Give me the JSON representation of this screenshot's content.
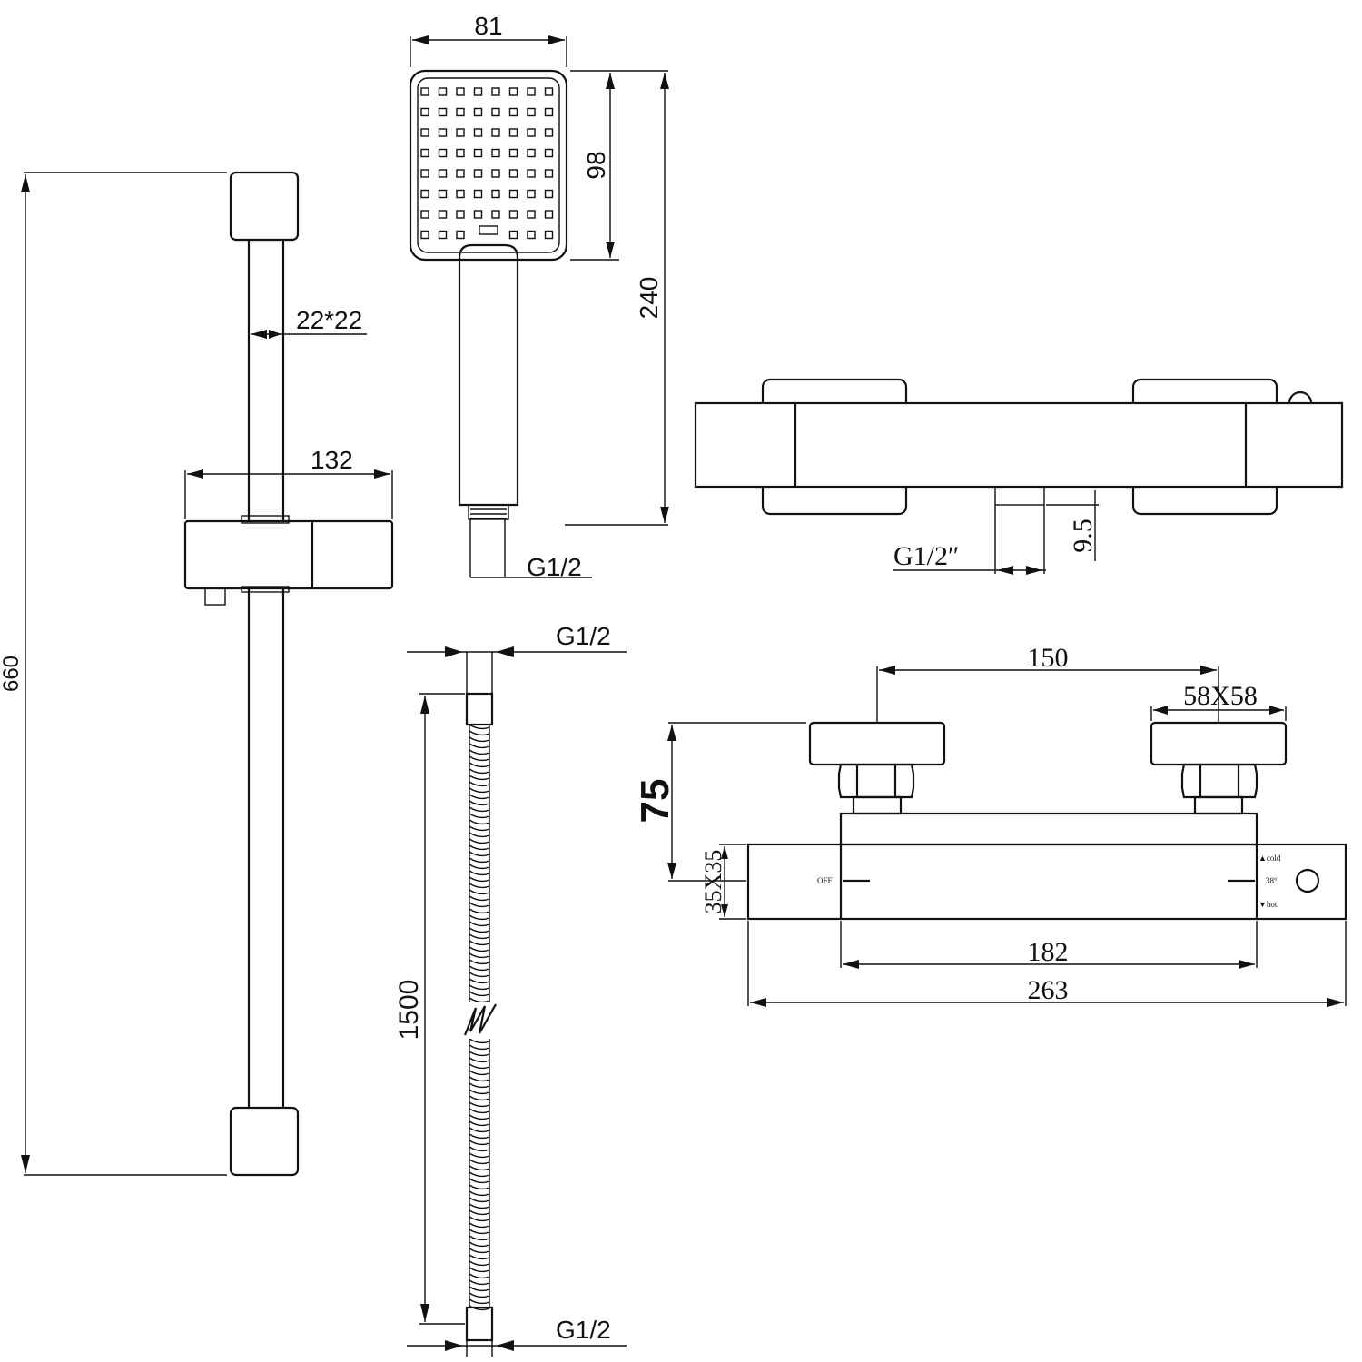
{
  "slide_rail": {
    "height_label": "660",
    "tube_label": "22*22",
    "holder_width_label": "132"
  },
  "hand_shower": {
    "width_label": "81",
    "head_height_label": "98",
    "total_height_label": "240",
    "thread_label": "G1/2"
  },
  "valve_top": {
    "thread_label": "G1/2″",
    "outlet_label": "9.5"
  },
  "hose": {
    "top_thread_label": "G1/2",
    "length_label": "1500",
    "bottom_thread_label": "G1/2"
  },
  "valve_front": {
    "centers_label": "150",
    "handle_label": "58X58",
    "height_label": "75",
    "body_label": "35X35",
    "inner_width_label": "182",
    "total_width_label": "263",
    "off_label": "OFF",
    "cold_label": "▲cold",
    "temp_label": "38°",
    "hot_label": "▼hot"
  }
}
